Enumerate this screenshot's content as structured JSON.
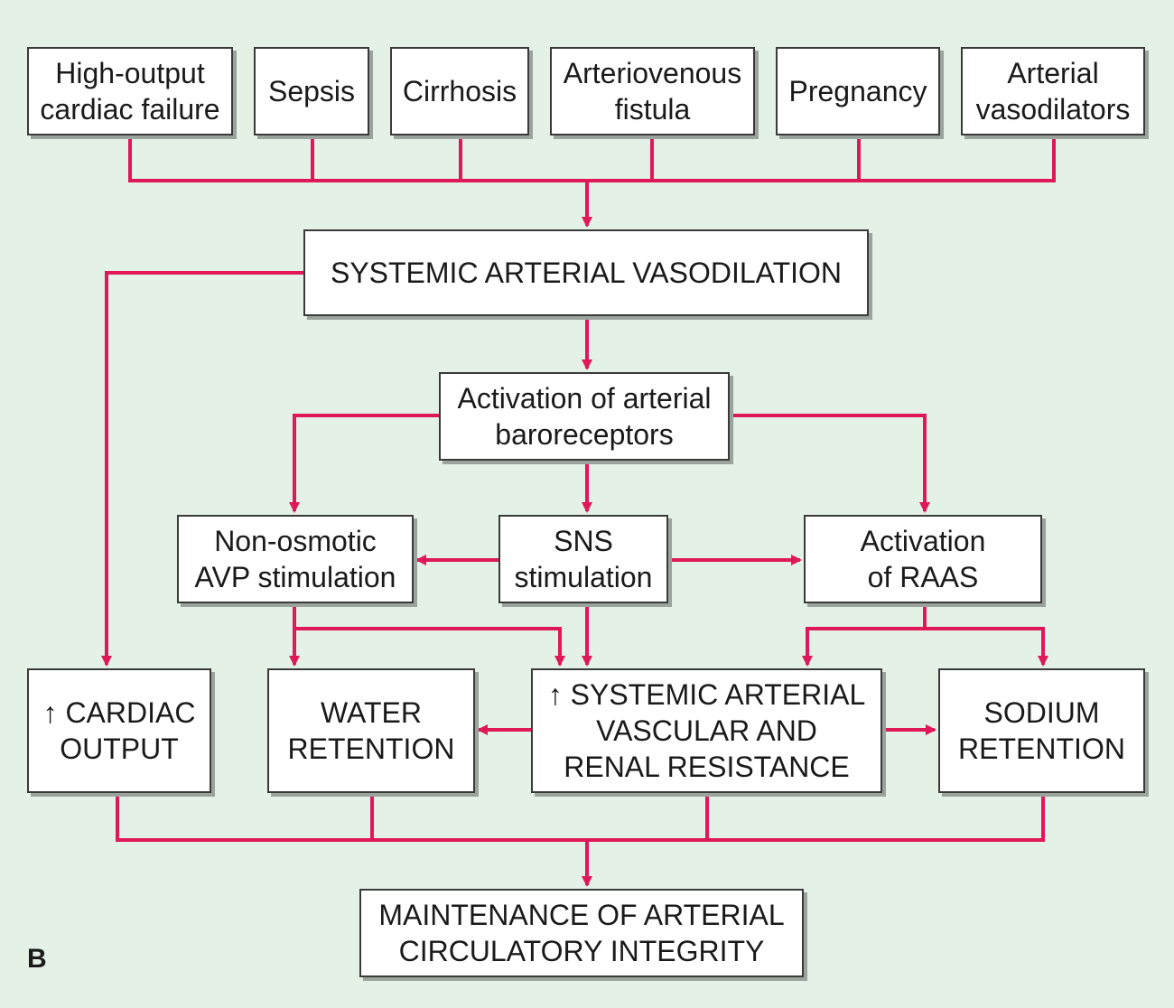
{
  "diagram": {
    "panel_label": "B",
    "colors": {
      "background": "#e3f1e6",
      "arrow": "#e0185a",
      "box_border": "#3a3a3a",
      "box_fill": "#ffffff"
    },
    "causes": {
      "high_output": "High-output\ncardiac failure",
      "sepsis": "Sepsis",
      "cirrhosis": "Cirrhosis",
      "av_fistula": "Arteriovenous\nfistula",
      "pregnancy": "Pregnancy",
      "vasodilators": "Arterial\nvasodilators"
    },
    "systemic_vasodilation": "SYSTEMIC ARTERIAL VASODILATION",
    "baroreceptors": "Activation of arterial\nbaroreceptors",
    "avp": "Non-osmotic\nAVP stimulation",
    "sns": "SNS\nstimulation",
    "raas": "Activation\nof RAAS",
    "cardiac_output": "↑ CARDIAC\nOUTPUT",
    "water_retention": "WATER\nRETENTION",
    "resistance": "↑ SYSTEMIC ARTERIAL\nVASCULAR AND\nRENAL RESISTANCE",
    "sodium_retention": "SODIUM\nRETENTION",
    "maintenance": "MAINTENANCE OF ARTERIAL\nCIRCULATORY INTEGRITY"
  }
}
